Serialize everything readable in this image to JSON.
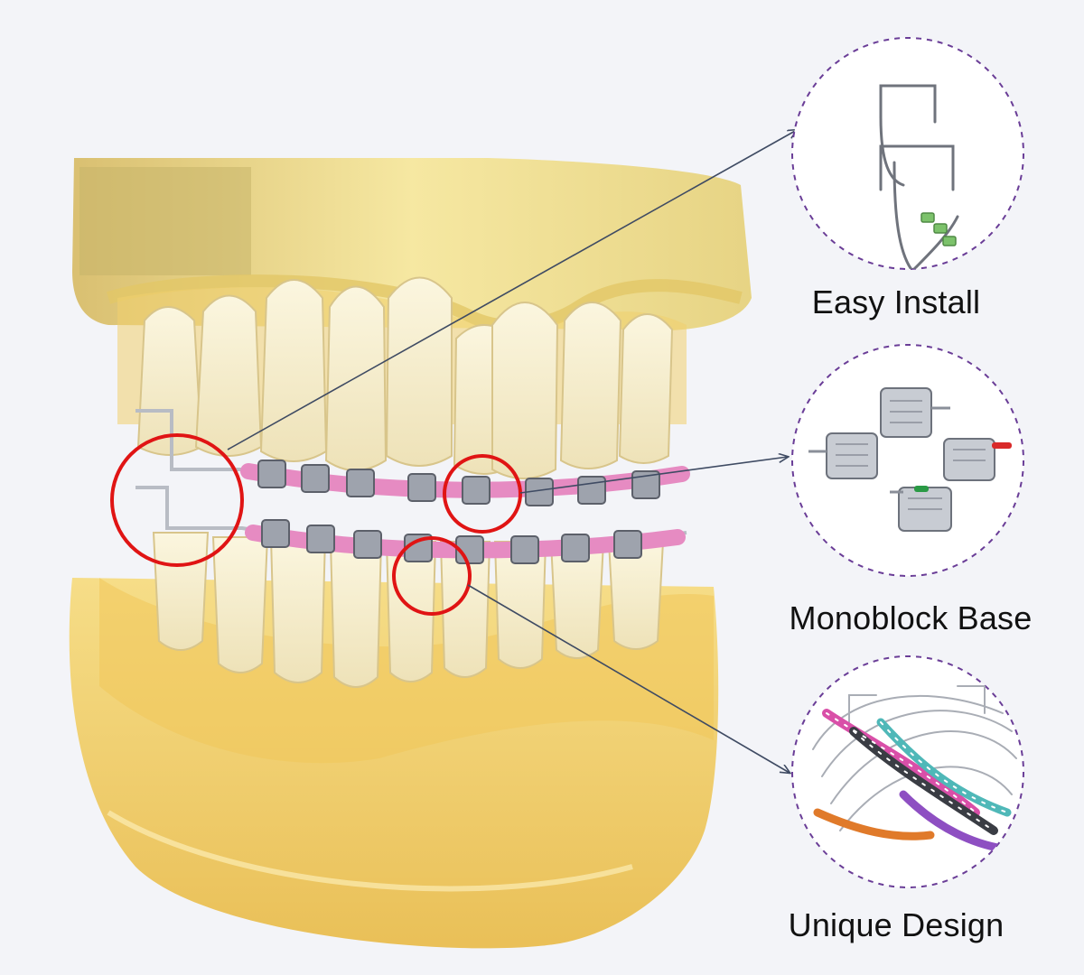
{
  "features": [
    {
      "label": "Easy Install",
      "icon": "wire-clip-icon"
    },
    {
      "label": "Monoblock Base",
      "icon": "bracket-icon"
    },
    {
      "label": "Unique Design",
      "icon": "archwire-icon"
    }
  ],
  "colors": {
    "background": "#f3f4f8",
    "model_yellow": "#f2cf62",
    "callout_ring": "#e01414",
    "leader_line": "#3f4b63",
    "dashed_circle": "#6a3d97",
    "ligature_pink": "#e68bc2"
  }
}
